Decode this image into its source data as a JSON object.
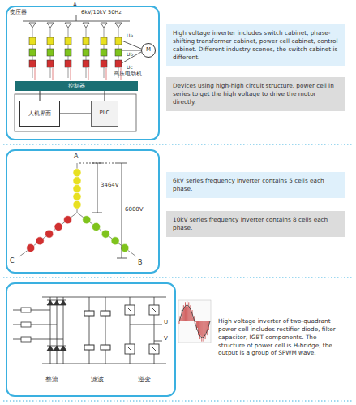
{
  "diagram": {
    "nodes": [
      {
        "text": [
          "High voltage inverter includes switch cabinet, phase-shifting transformer cabinet, power cell cabinet, control cabinet. Different industry scenes, the switch cabinet is different."
        ]
      },
      {
        "text": [
          "Devices using high-high circuit structure, power cell in series to get the high voltage to drive the motor directly."
        ]
      },
      {
        "text": [
          "控制器"
        ]
      },
      {
        "text": [
          "人机界面"
        ]
      },
      {
        "text": [
          "PLC"
        ]
      },
      {
        "text": [
          "M"
        ]
      },
      {
        "text": [
          "6kV series frequency inverter contains 5 cells each phase."
        ]
      },
      {
        "text": [
          "10kV series frequency inverter contains 8 cells each phase."
        ]
      },
      {
        "text": [
          "High voltage inverter of two-quadrant power cell includes rectifier diode, filter capacitor, IGBT components. The structure of power cell is H-bridge, the output is a group of SPWM wave."
        ]
      }
    ],
    "edges": [
      {
        "from": 2,
        "to": 3,
        "arrow": "none"
      },
      {
        "from": 2,
        "to": 4,
        "arrow": "none"
      },
      {
        "from": 3,
        "to": 4,
        "arrow": "none"
      }
    ],
    "labels": [
      "变压器",
      "6kV/10kV 50Hz",
      "A",
      "Ua",
      "Ub",
      "Uc",
      "高压电动机",
      "A",
      "3464V",
      "6000V",
      "C",
      "B",
      "整流",
      "滤波",
      "逆变",
      "U",
      "V"
    ]
  }
}
